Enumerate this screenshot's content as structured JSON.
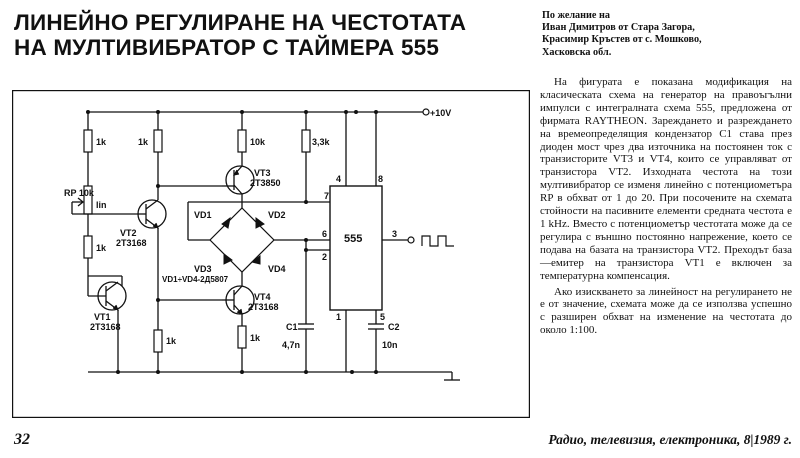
{
  "article": {
    "title_line1": "ЛИНЕЙНО РЕГУЛИРАНЕ НА ЧЕСТОТАТА",
    "title_line2": "НА МУЛТИВИБРАТОР С ТАЙМЕРА 555",
    "byline": [
      "По желание на",
      "Иван Димитров от Стара Загора,",
      "Красимир Кръстев от с. Мошково,",
      "Хасковска обл."
    ],
    "paragraphs": [
      "На фигурата е показана модификация на класическата схема на генератор на правоъгълни импулси с интегралната схема 555, предложена от фирмата RAYTHEON. Зареждането и разреждането на времеопределящия кондензатор C1 става през диоден мост чрез два източника на постоянен ток с транзисторите VT3 и VT4, които се управляват от транзистора VT2. Изходната честота на този мултивибратор се изменя линейно с потенциометъра RP в обхват от 1 до 20. При посочените на схемата стойности на пасивните елементи средната честота е 1 kHz. Вместо с потенциометър честотата може да се регулира с външно постоянно напрежение, което се подава на базата на транзистора VT2. Преходът база—емитер на транзистора VT1 е включен за температурна компенсация.",
      "Ако изискването за линейност на регулирането не е от значение, схемата може да се използва успешно с разширен обхват на изменение на честотата до около 1:100."
    ],
    "page_number": "32",
    "footer": "Радио, телевизия, електроника, 8|1989 г."
  },
  "schematic": {
    "supply": "+10V",
    "r1": "1k",
    "rp": "RP 10k",
    "rp_lin": "lin",
    "r2": "1k",
    "r3": "1k",
    "r4": "10k",
    "r5": "3,3k",
    "r6": "1k",
    "r7": "1k",
    "vt1": "VT1",
    "vt1_type": "2T3168",
    "vt2": "VT2",
    "vt2_type": "2T3168",
    "vt3": "VT3",
    "vt3_type": "2T3850",
    "vt4": "VT4",
    "vt4_type": "2T3168",
    "vd1": "VD1",
    "vd2": "VD2",
    "vd3": "VD3",
    "vd4": "VD4",
    "diodes": "VD1÷VD4-2Д5807",
    "ic": "555",
    "pin4": "4",
    "pin8": "8",
    "pin7": "7",
    "pin6": "6",
    "pin2": "2",
    "pin3": "3",
    "pin1": "1",
    "pin5": "5",
    "c1": "C1",
    "c1_val": "4,7n",
    "c2": "C2",
    "c2_val": "10n"
  }
}
